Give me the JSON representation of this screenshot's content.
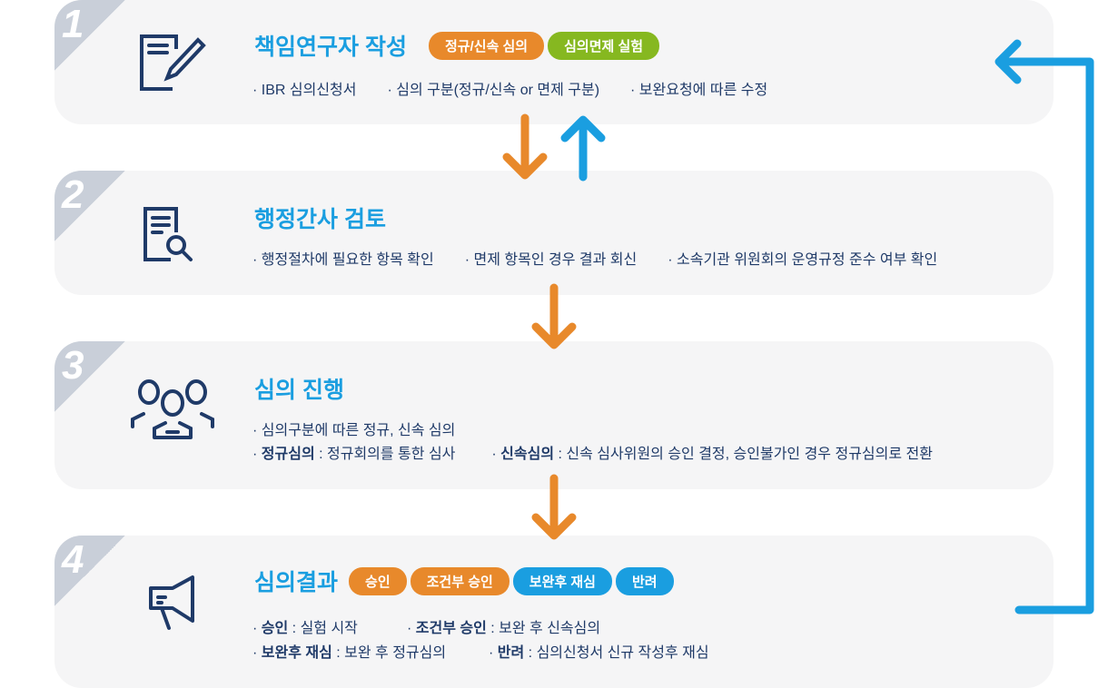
{
  "steps": [
    {
      "num": "1",
      "title": "책임연구자 작성",
      "badges": [
        "정규/신속 심의",
        "심의면제 실험"
      ],
      "items": [
        "· IBR 심의신청서",
        "· 심의 구분(정규/신속 or 면제 구분)",
        "· 보완요청에 따른 수정"
      ]
    },
    {
      "num": "2",
      "title": "행정간사 검토",
      "items": [
        "· 행정절차에 필요한 항목 확인",
        "· 면제 항목인 경우 결과 회신",
        "· 소속기관 위원회의 운영규정 준수 여부 확인"
      ]
    },
    {
      "num": "3",
      "title": "심의 진행",
      "line1": "· 심의구분에 따른 정규, 신속 심의",
      "bold1": "정규심의",
      "text1": " : 정규회의를 통한 심사",
      "bold2": "신속심의",
      "text2": " : 신속 심사위원의 승인 결정, 승인불가인 경우 정규심의로 전환"
    },
    {
      "num": "4",
      "title": "심의결과",
      "badges": [
        "승인",
        "조건부 승인",
        "보완후 재심",
        "반려"
      ],
      "r1b1": "승인",
      "r1t1": " :  실험 시작",
      "r1b2": "조건부 승인",
      "r1t2": " : 보완 후 신속심의",
      "r2b1": "보완후 재심",
      "r2t1": " : 보완 후 정규심의",
      "r2b2": "반려",
      "r2t2": " : 심의신청서 신규 작성후 재심"
    }
  ],
  "colors": {
    "title": "#1a9ee0",
    "navy": "#1f3a68",
    "orange": "#e8892b",
    "green": "#86b820",
    "card": "#f5f5f6"
  }
}
